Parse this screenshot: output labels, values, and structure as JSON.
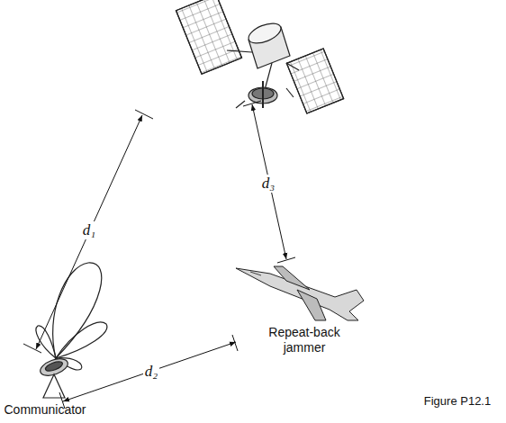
{
  "diagram": {
    "caption": "Figure P12.1",
    "labels": [
      "d₁",
      "d₃",
      "d₂",
      "Repeat-back jammer",
      "Communicator"
    ]
  }
}
